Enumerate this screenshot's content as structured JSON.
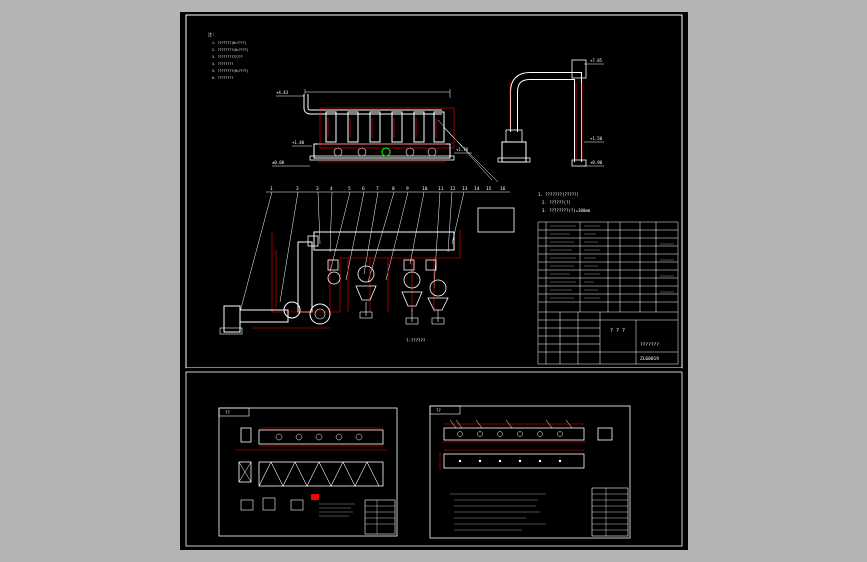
{
  "colors": {
    "background": "#b4b4b4",
    "sheet": "#000000",
    "border": "#ffffff",
    "pipe": "#ff0000",
    "dimension": "#ffffff",
    "accent_green": "#00ff00"
  },
  "sheet_main": {
    "notes_heading": "注:",
    "notes": [
      "1. ???????(H=????)",
      "2. ????????(H=????)",
      "3. ?????????????",
      "4. ????????",
      "5. ????????(H=????)",
      "6. ????????"
    ],
    "elevations": {
      "e443": "+4.43",
      "e140": "+1.40",
      "e000": "±0.00",
      "e785": "+7.85",
      "e150": "+1.50",
      "e090": "+0.90",
      "e170": "+1.70"
    },
    "part_numbers": [
      "1",
      "3",
      "3",
      "4",
      "5",
      "6",
      "7",
      "8",
      "9",
      "10",
      "11",
      "12",
      "13",
      "14",
      "15",
      "16"
    ],
    "right_notes": [
      "1. ???????(?????)",
      "2. ??????(?)",
      "3. ????????(?)=300mm"
    ],
    "title_block": {
      "center_text": "? ? ?",
      "drawing_name": "???????",
      "drawing_number": "ZL60019"
    },
    "view_caption": "?-??????"
  },
  "sheet_bl": {
    "title": "??"
  },
  "sheet_br": {
    "title": "??"
  }
}
